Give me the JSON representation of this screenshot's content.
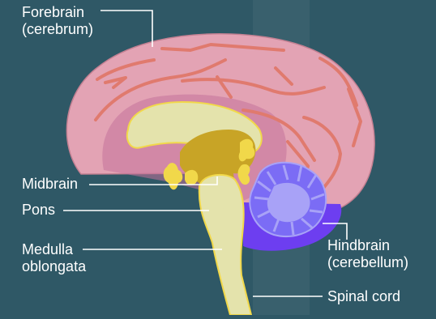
{
  "labels": {
    "forebrain": "Forebrain\n(cerebrum)",
    "midbrain": "Midbrain",
    "pons": "Pons",
    "medulla": "Medulla\noblongata",
    "hindbrain": "Hindbrain\n(cerebellum)",
    "spinal_cord": "Spinal cord"
  },
  "colors": {
    "background": "#2f5866",
    "cerebrum": "#e3a3b4",
    "cerebrum_fold": "#e07a6e",
    "inner_cerebrum": "#c4739a",
    "brainstem": "#e4e3ac",
    "midbrain": "#c8a426",
    "midbrain_accent": "#f1d84a",
    "cerebellum": "#7b6cf5",
    "cerebellum_lobe": "#a8a2f7",
    "hindbrain_base": "#6d3ef0",
    "leader_line": "#ffffff"
  }
}
